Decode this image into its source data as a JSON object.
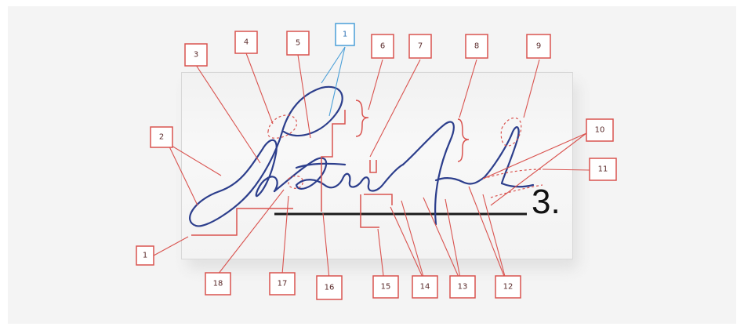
{
  "callouts": [
    {
      "id": "c1a",
      "text": "1"
    },
    {
      "id": "c1b",
      "text": "1"
    },
    {
      "id": "c2",
      "text": "2"
    },
    {
      "id": "c3",
      "text": "3"
    },
    {
      "id": "c4",
      "text": "4"
    },
    {
      "id": "c5",
      "text": "5"
    },
    {
      "id": "c6",
      "text": "6"
    },
    {
      "id": "c7",
      "text": "7"
    },
    {
      "id": "c8",
      "text": "8"
    },
    {
      "id": "c9",
      "text": "9"
    },
    {
      "id": "c10",
      "text": "10"
    },
    {
      "id": "c11",
      "text": "11"
    },
    {
      "id": "c12",
      "text": "12"
    },
    {
      "id": "c13",
      "text": "13"
    },
    {
      "id": "c14",
      "text": "14"
    },
    {
      "id": "c15",
      "text": "15"
    },
    {
      "id": "c16",
      "text": "16"
    },
    {
      "id": "c17",
      "text": "17"
    },
    {
      "id": "c18",
      "text": "18"
    }
  ],
  "document": {
    "partial_char": "3."
  },
  "colors": {
    "callout_border": "#d9534f",
    "callout_border_blue": "#4a9fd8",
    "ink": "#2c3e8c",
    "underline": "#1a1a1a"
  }
}
